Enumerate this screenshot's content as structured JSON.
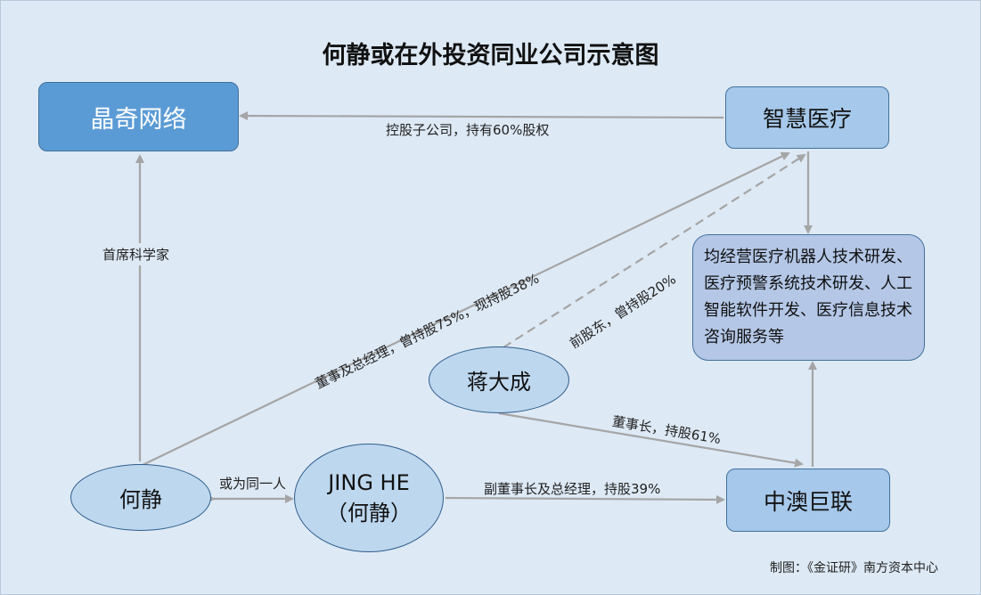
{
  "title": "何静或在外投资同业公司示意图",
  "nodes": {
    "jingqi": "晶奇网络",
    "zhihui": "智慧医疗",
    "business": "均经营医疗机器人技术研发、医疗预警系统技术研发、人工智能软件开发、医疗信息技术咨询服务等",
    "jiangdacheng": "蒋大成",
    "hejing": "何静",
    "jinghe_line1": "JING HE",
    "jinghe_line2": "（何静）",
    "zhongao": "中澳巨联"
  },
  "edge_labels": {
    "zhihui_to_jingqi": "控股子公司，持有60%股权",
    "hejing_to_jingqi": "首席科学家",
    "hejing_to_zhihui": "董事及总经理，曾持股75%，现持股38%",
    "jiang_to_zhihui": "前股东，曾持股20%",
    "jiang_to_zhongao": "董事长，持股61%",
    "hejing_jinghe": "或为同一人",
    "jinghe_to_zhongao": "副董事长及总经理，持股39%"
  },
  "credit": "制图：《金证研》南方资本中心",
  "colors": {
    "background": "#dde9f5",
    "dark_box": "#5b9bd5",
    "light_box": "#a6c8ea",
    "ellipse": "#bdd7ee",
    "arrow": "#a5a5a5"
  }
}
